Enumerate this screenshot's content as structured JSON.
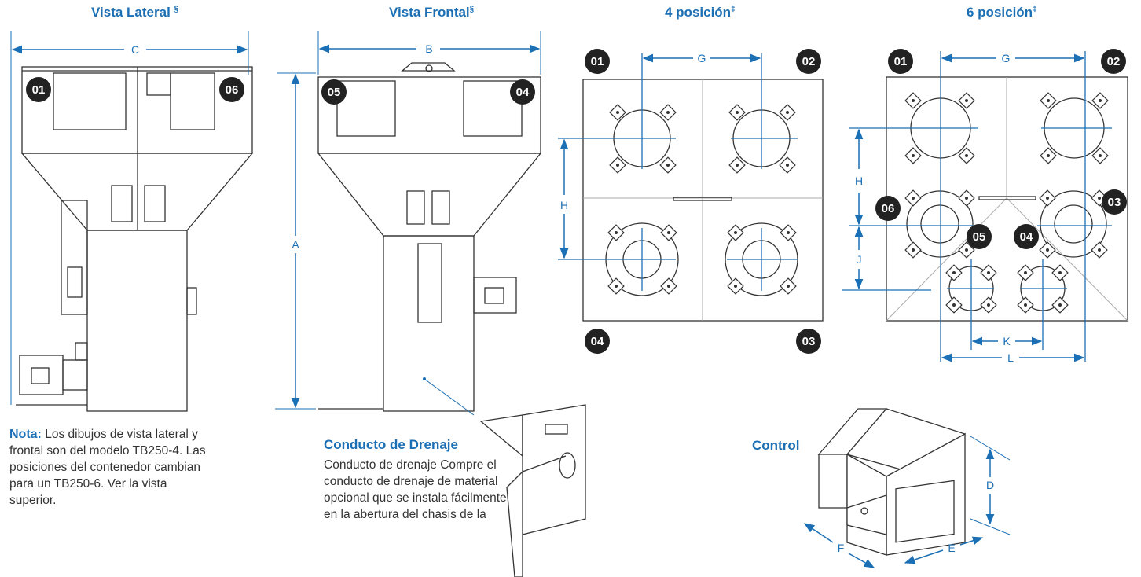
{
  "titles": {
    "lateral": "Vista Lateral",
    "lateral_mark": "§",
    "frontal": "Vista Frontal",
    "frontal_mark": "§",
    "pos4": "4 posición",
    "pos4_mark": "‡",
    "pos6": "6 posición",
    "pos6_mark": "‡"
  },
  "dimensions": {
    "A": "A",
    "B": "B",
    "C": "C",
    "D": "D",
    "E": "E",
    "F": "F",
    "G": "G",
    "H": "H",
    "J": "J",
    "K": "K",
    "L": "L"
  },
  "badges": {
    "lateral": [
      "01",
      "06"
    ],
    "frontal": [
      "05",
      "04"
    ],
    "pos4": [
      "01",
      "02",
      "04",
      "03"
    ],
    "pos6": [
      "01",
      "02",
      "06",
      "05",
      "04",
      "03"
    ]
  },
  "note": {
    "label": "Nota:",
    "text": "Los dibujos de vista lateral y frontal son del modelo TB250-4. Las posiciones del contenedor cambian para un TB250-6. Ver la vista superior."
  },
  "drain": {
    "title": "Conducto de Drenaje",
    "text": "Conducto de drenaje Compre el conducto de drenaje de material opcional que se instala fácilmente en la abertura del chasis de la"
  },
  "control": {
    "title": "Control"
  },
  "colors": {
    "accent": "#1b6fb5",
    "badge": "#222222",
    "line": "#333333"
  }
}
